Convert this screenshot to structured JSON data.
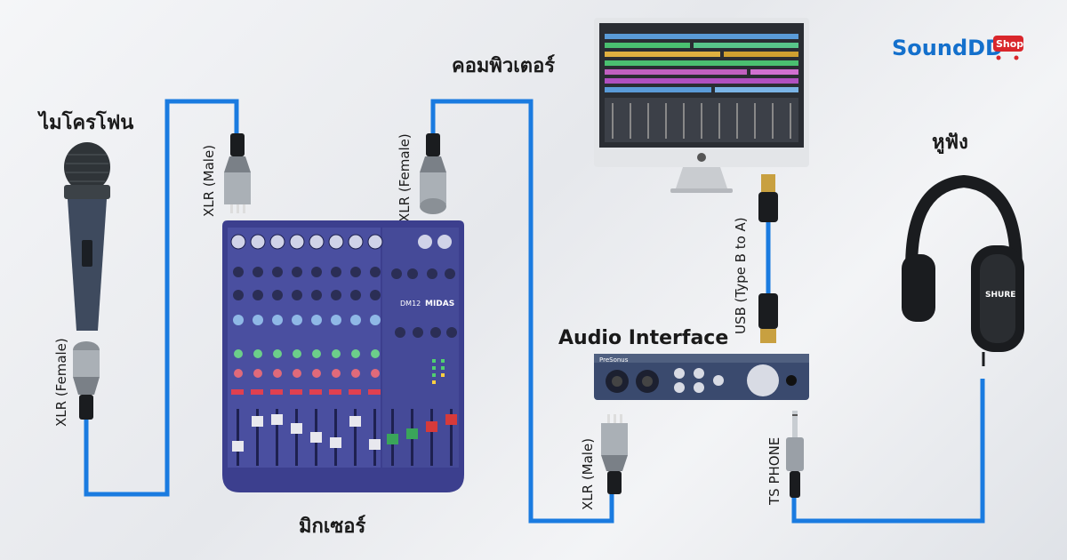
{
  "brand": {
    "name": "SoundDD",
    "suffix": "Shop"
  },
  "labels": {
    "microphone": "ไมโครโฟน",
    "mixer": "มิกเซอร์",
    "computer": "คอมพิวเตอร์",
    "headphones": "หูฟัง",
    "audio_interface": "Audio Interface"
  },
  "connectors": {
    "mic_out": "XLR (Female)",
    "mixer_in": "XLR (Male)",
    "mixer_out": "XLR (Female)",
    "usb": "USB (Type B to A)",
    "interface_in": "XLR (Male)",
    "interface_out": "TS PHONE"
  },
  "device_text": {
    "mixer_model": "DM12",
    "mixer_brand": "MIDAS",
    "interface_brand": "PreSonus",
    "headphone_brand": "SHURE"
  },
  "colors": {
    "cable": "#1a7be0",
    "mixer": "#3c3f8e",
    "brand_blue": "#1470cc",
    "brand_red": "#d9262b"
  }
}
